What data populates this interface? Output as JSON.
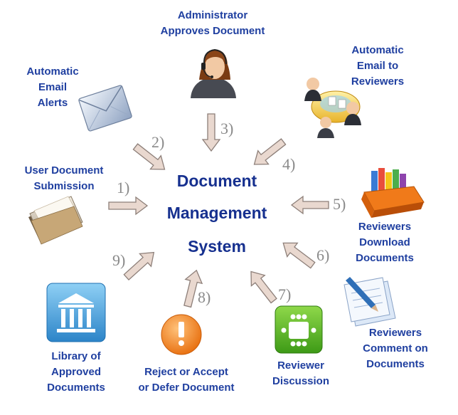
{
  "center_title": [
    "Document",
    "Management",
    "System"
  ],
  "steps": [
    {
      "number": "1)",
      "label": [
        "User Document",
        "Submission"
      ],
      "icon": "folder-icon"
    },
    {
      "number": "2)",
      "label": [
        "Automatic",
        "Email",
        "Alerts"
      ],
      "icon": "envelope-icon"
    },
    {
      "number": "3)",
      "label": [
        "Administrator",
        "Approves Document"
      ],
      "icon": "administrator-headset-icon"
    },
    {
      "number": "4)",
      "label": [
        "Automatic",
        "Email to",
        "Reviewers"
      ],
      "icon": "reviewers-meeting-icon"
    },
    {
      "number": "5)",
      "label": [
        "Reviewers",
        "Download",
        "Documents"
      ],
      "icon": "books-icon"
    },
    {
      "number": "6)",
      "label": [
        "Reviewers",
        "Comment on",
        "Documents"
      ],
      "icon": "document-pen-icon"
    },
    {
      "number": "7)",
      "label": [
        "Reviewer",
        "Discussion"
      ],
      "icon": "conference-table-icon"
    },
    {
      "number": "8)",
      "label": [
        "Reject or Accept",
        "or Defer Document"
      ],
      "icon": "warning-exclamation-icon"
    },
    {
      "number": "9)",
      "label": [
        "Library of",
        "Approved",
        "Documents"
      ],
      "icon": "library-building-icon"
    }
  ],
  "colors": {
    "label_text": "#1f3fa0",
    "center_text": "#16308f",
    "arrow_fill": "#e9d8cf",
    "arrow_stroke": "#8d7f79",
    "step_number": "#8a8a8a"
  }
}
